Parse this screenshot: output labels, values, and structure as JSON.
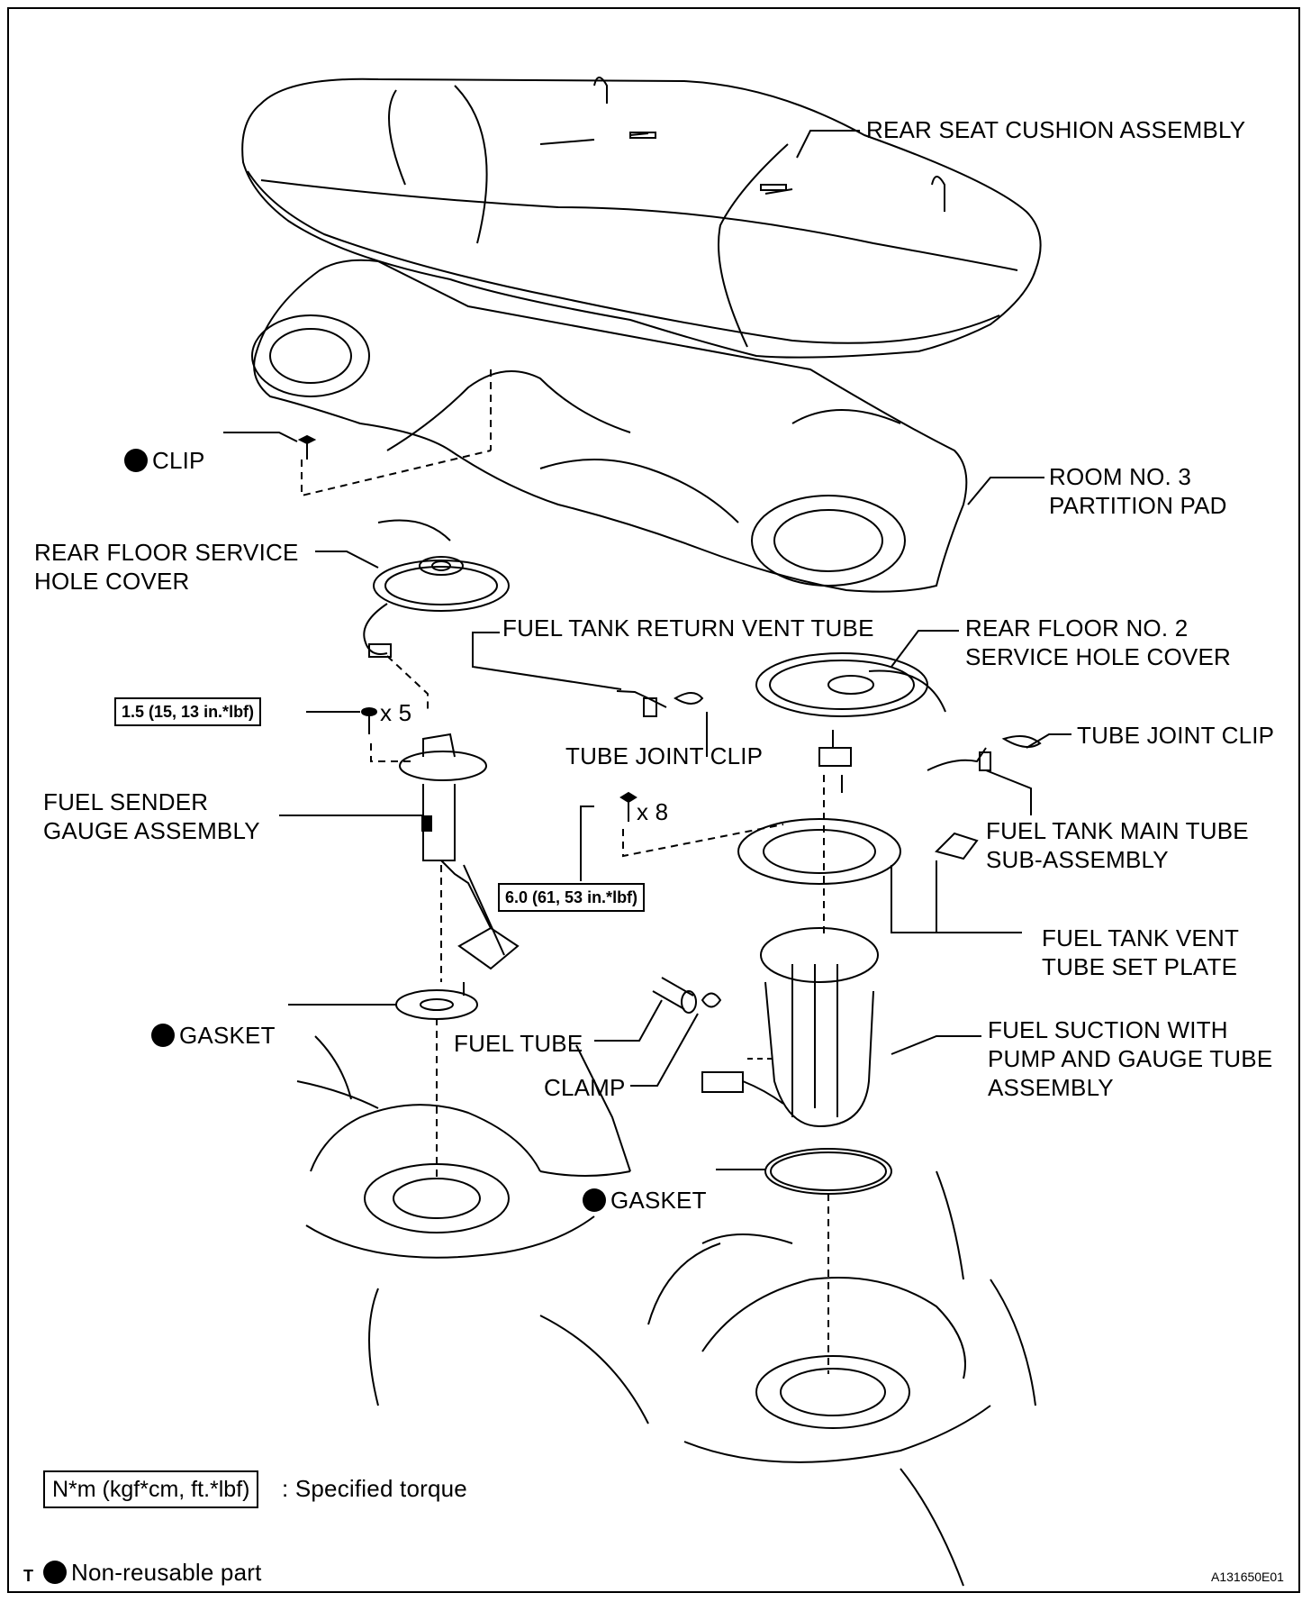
{
  "labels": {
    "rear_seat_cushion": "REAR SEAT CUSHION ASSEMBLY",
    "clip": "CLIP",
    "room_partition_pad": "ROOM NO. 3\nPARTITION PAD",
    "rear_floor_service_hole_cover": "REAR FLOOR SERVICE\nHOLE COVER",
    "fuel_tank_return_vent_tube": "FUEL TANK RETURN VENT TUBE",
    "rear_floor_no2_service_hole_cover": "REAR FLOOR NO. 2\nSERVICE HOLE COVER",
    "tube_joint_clip_left": "TUBE JOINT CLIP",
    "tube_joint_clip_right": "TUBE JOINT CLIP",
    "fuel_sender_gauge": "FUEL SENDER\nGAUGE ASSEMBLY",
    "fuel_tank_main_tube": "FUEL TANK MAIN TUBE\nSUB-ASSEMBLY",
    "fuel_tank_vent_plate": "FUEL TANK VENT\nTUBE SET PLATE",
    "gasket_left": "GASKET",
    "gasket_right": "GASKET",
    "fuel_tube": "FUEL TUBE",
    "clamp": "CLAMP",
    "fuel_suction_pump": "FUEL SUCTION WITH\nPUMP AND GAUGE TUBE\nASSEMBLY"
  },
  "torques": {
    "small_bolts": "1.5 (15, 13 in.*lbf)",
    "large_bolts": "6.0 (61, 53 in.*lbf)"
  },
  "quantities": {
    "small_bolts": "x 5",
    "large_bolts": "x 8"
  },
  "legend": {
    "torque_box": "N*m (kgf*cm, ft.*lbf)",
    "torque_text": ": Specified torque",
    "non_reusable": "Non-reusable part"
  },
  "footer": {
    "corner_mark": "T",
    "figure_id": "A131650E01"
  }
}
